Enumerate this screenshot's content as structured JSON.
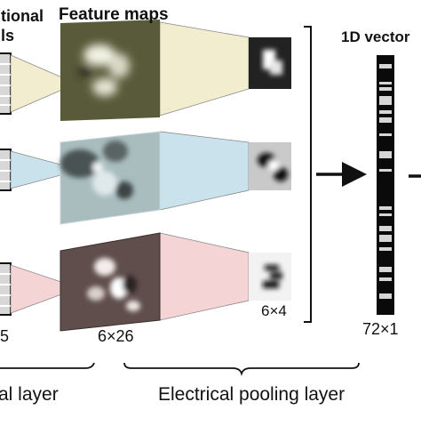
{
  "labels": {
    "conv_kernels_partial_line1": "tional",
    "conv_kernels_partial_line2": "ls",
    "feature_maps": "Feature maps",
    "vector_title": "1D vector",
    "pooled_size": "6×4",
    "feature_size": "6×26",
    "vector_size": "72×1",
    "kernel_size_partial": "5",
    "conv_layer_partial": "al layer",
    "pooling_layer": "Electrical pooling layer"
  },
  "colors": {
    "projection_yellow": "#f3edcf",
    "projection_blue": "#c9e2ec",
    "projection_pink": "#f5d4d6",
    "map_yellow": "#595a3a",
    "map_blue": "#a9bdbf",
    "map_pink": "#5f4e4b",
    "ink": "#111111"
  }
}
